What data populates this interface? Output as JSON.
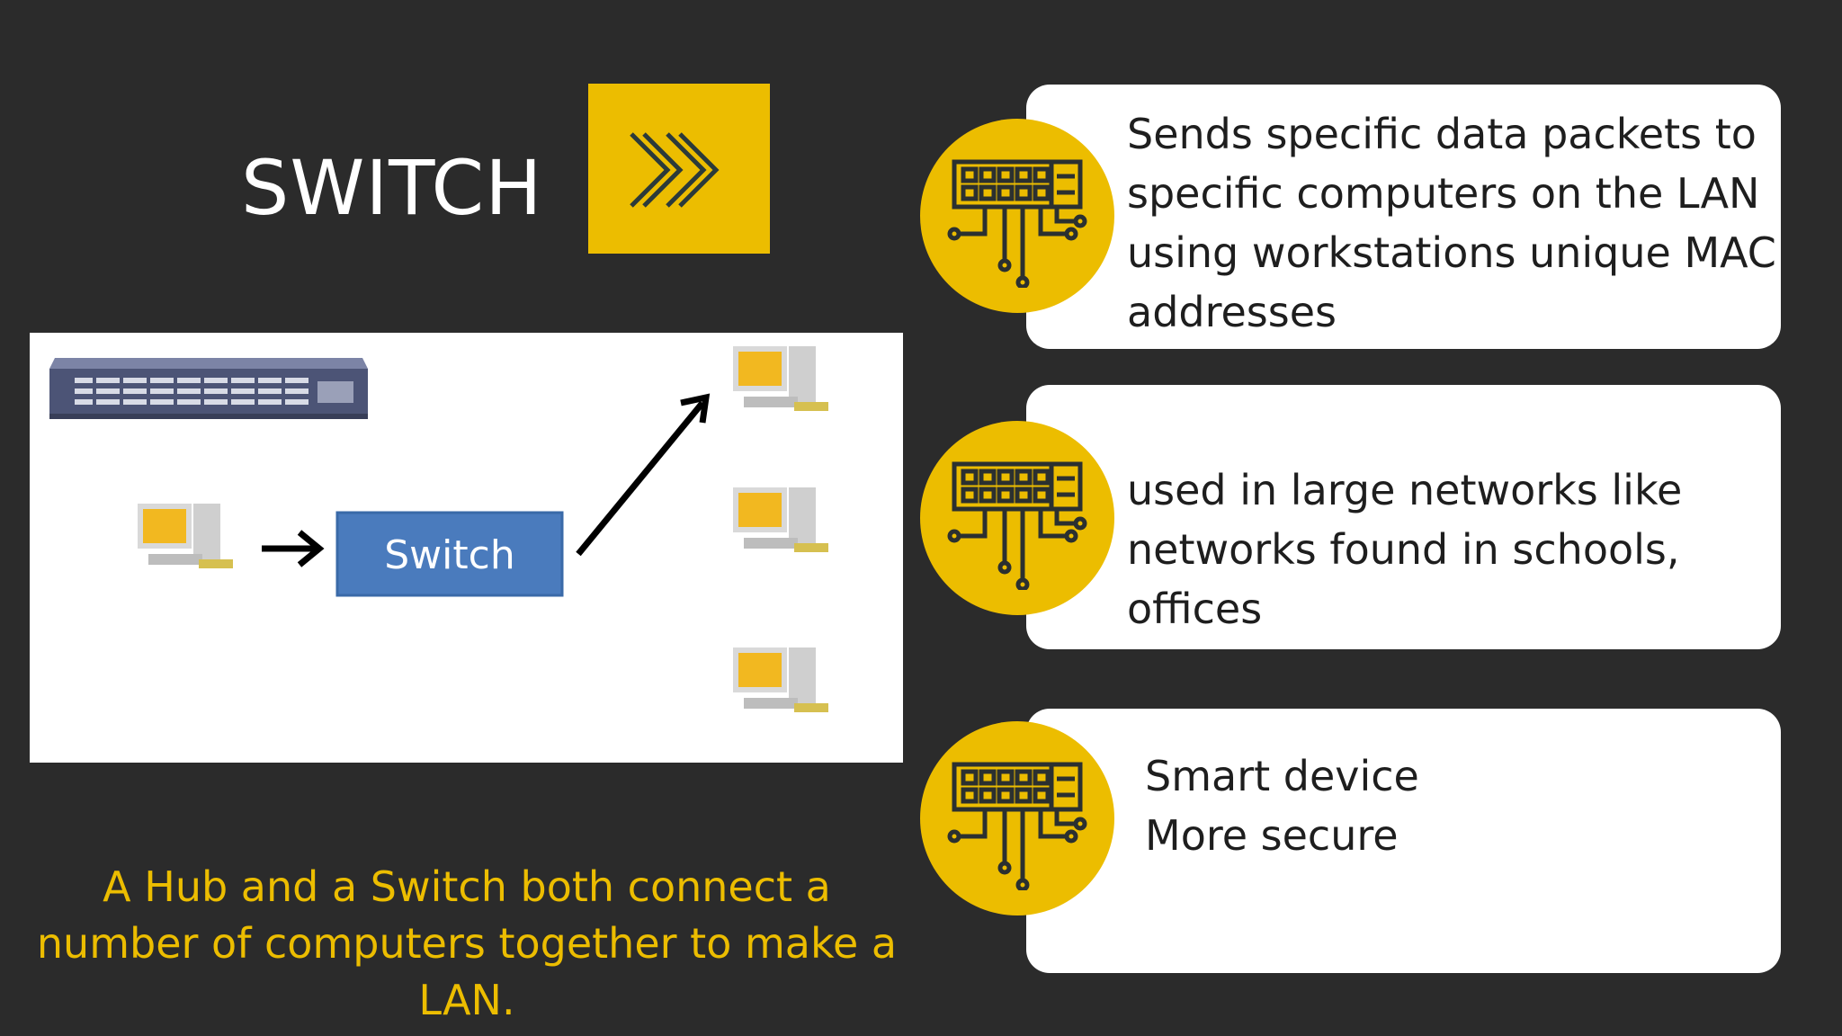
{
  "title": "SWITCH",
  "icons": {
    "title_badge": "double-chevron-right-icon",
    "feature": "network-switch-icon",
    "diagram_devices": [
      "network-switch-device",
      "computer-icon",
      "arrow-icon"
    ]
  },
  "diagram": {
    "switch_label": "Switch"
  },
  "features": [
    {
      "text": " Sends specific data packets to\nspecific computers on the LAN\nusing workstations unique MAC\naddresses"
    },
    {
      "text": "used in large networks like\nnetworks  found in schools,\noffices"
    },
    {
      "text": "Smart device\nMore secure"
    }
  ],
  "caption": "A Hub and a Switch both connect a number of computers together to make a LAN.",
  "colors": {
    "background": "#2b2b2b",
    "accent": "#ecbd00",
    "switch_box": "#4a7bbd",
    "card": "#ffffff"
  }
}
